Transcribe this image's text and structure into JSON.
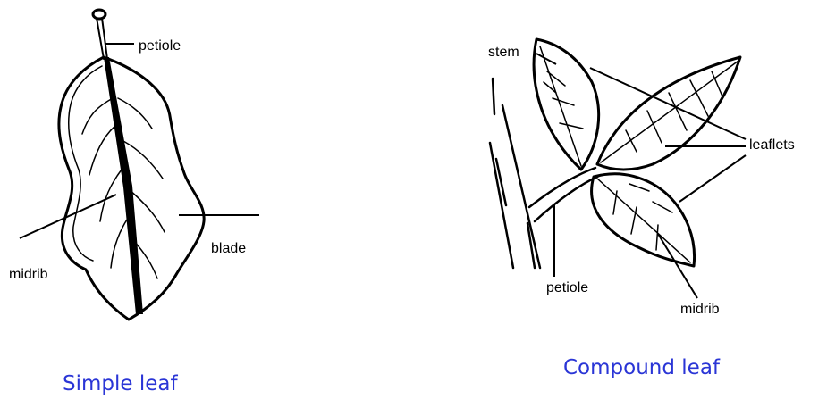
{
  "simple_leaf": {
    "title": "Simple leaf",
    "labels": {
      "petiole": "petiole",
      "blade": "blade",
      "midrib": "midrib"
    }
  },
  "compound_leaf": {
    "title": "Compound leaf",
    "labels": {
      "stem": "stem",
      "leaflets": "leaflets",
      "petiole": "petiole",
      "midrib": "midrib"
    }
  },
  "colors": {
    "title": "#2a35d6",
    "ink": "#000000"
  }
}
